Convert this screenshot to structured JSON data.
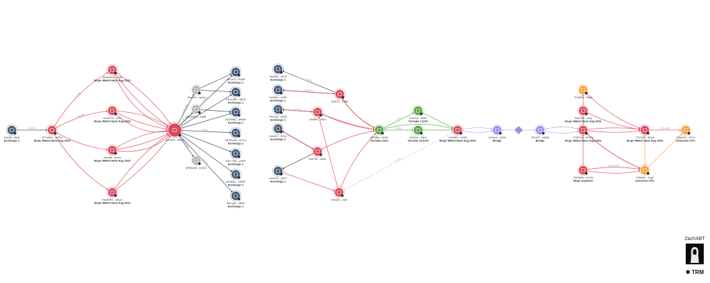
{
  "colors": {
    "hack": "#d94b5b",
    "exchange": "#475b74",
    "mixer_green": "#5aa54a",
    "bridge": "#a68ae6",
    "unknown_otc": "#f3a33c",
    "grey": "#b5b5b5",
    "edge_red": "#d94b5b",
    "edge_dark": "#334455",
    "edge_green": "#5aa54a",
    "edge_purple": "#9a83e0",
    "edge_orange": "#f3a33c"
  },
  "nodes": [
    {
      "id": "n1",
      "title": "0xb9b...9bf2",
      "subtitle": "Exchange 1",
      "kind": "exchange"
    },
    {
      "id": "n2",
      "title": "9Wnd5Yy...1Jfe",
      "subtitle": "Slope Wallet Hack Aug 2022",
      "kind": "hack"
    },
    {
      "id": "n3",
      "title": "CEsN7m...DEu",
      "subtitle": "Slope Wallet Hack Aug 2022",
      "kind": "hack"
    },
    {
      "id": "n4",
      "title": "1FYxBzK...uYRz",
      "subtitle": "Slope Wallet Hack Aug 2022",
      "kind": "hack"
    },
    {
      "id": "n5",
      "title": "GzbxB...bmuy",
      "subtitle": "Slope Wallet Hack Aug 2022",
      "kind": "hack"
    },
    {
      "id": "n6",
      "title": "HkyNMG...6wuX",
      "subtitle": "Slope Wallet Hack Aug 2022",
      "kind": "hack"
    },
    {
      "id": "n7",
      "title": "4zRWX...4ZEb",
      "subtitle": "",
      "kind": "hack"
    },
    {
      "id": "n8",
      "title": "9nc1fG...cpzA",
      "subtitle": "",
      "kind": "grey"
    },
    {
      "id": "n9",
      "title": "7Rve9Yu...eqxB",
      "subtitle": "",
      "kind": "grey"
    },
    {
      "id": "n10",
      "title": "5FBDAM...KZXD",
      "subtitle": "",
      "kind": "grey"
    },
    {
      "id": "n11",
      "title": "8xCa7u...P5zB",
      "subtitle": "Exchange 1",
      "kind": "exchange"
    },
    {
      "id": "n12",
      "title": "ExfJ2dM...46U9",
      "subtitle": "Exchange 1",
      "kind": "exchange"
    },
    {
      "id": "n13",
      "title": "5pD5Wp...3NMo",
      "subtitle": "Exchange 1",
      "kind": "exchange"
    },
    {
      "id": "n14",
      "title": "9SVKxDn...NYXJ",
      "subtitle": "Exchange 1",
      "kind": "exchange"
    },
    {
      "id": "n15",
      "title": "DNYYMt...yZPH",
      "subtitle": "Exchange 1",
      "kind": "exchange"
    },
    {
      "id": "n16",
      "title": "BCMAn...7RNK",
      "subtitle": "Exchange 1",
      "kind": "exchange"
    },
    {
      "id": "n17",
      "title": "BuCpt4...4B2e",
      "subtitle": "Exchange 1",
      "kind": "exchange"
    },
    {
      "id": "n18",
      "title": "0x9696...4976",
      "subtitle": "Exchange 1",
      "kind": "exchange"
    },
    {
      "id": "n19",
      "title": "0x28cb...1b60",
      "subtitle": "Exchange 1",
      "kind": "exchange"
    },
    {
      "id": "n20",
      "title": "0x21a3...5349",
      "subtitle": "Exchange 1",
      "kind": "exchange"
    },
    {
      "id": "n21",
      "title": "0xa2d7...931e",
      "subtitle": "Exchange 2",
      "kind": "exchange"
    },
    {
      "id": "n22",
      "title": "0x4076...2327",
      "subtitle": "Exchange 1",
      "kind": "exchange"
    },
    {
      "id": "n23",
      "title": "0xf37C...3982",
      "subtitle": "",
      "kind": "hack"
    },
    {
      "id": "n24",
      "title": "0x5f96...4f08",
      "subtitle": "",
      "kind": "hack"
    },
    {
      "id": "n25",
      "title": "0x672E...a0e1",
      "subtitle": "",
      "kind": "hack"
    },
    {
      "id": "n26",
      "title": "0xb32b...edb",
      "subtitle": "",
      "kind": "hack"
    },
    {
      "id": "n27",
      "title": "0x59Bc...521b",
      "subtitle": "Tornado.cash",
      "kind": "mixer_green"
    },
    {
      "id": "n28",
      "title": "0x47ca...3936",
      "subtitle": "Tornado 1 ETH",
      "kind": "mixer_green"
    },
    {
      "id": "n29",
      "title": "0x910c...9db1",
      "subtitle": "Tornado 10 ETH",
      "kind": "mixer_green"
    },
    {
      "id": "n30",
      "title": "0x25E9...e399",
      "subtitle": "Slope Wallet Hack Aug 2022",
      "kind": "hack"
    },
    {
      "id": "n31",
      "title": "0x22e9...b19b",
      "subtitle": "Bridge",
      "kind": "bridge"
    },
    {
      "id": "n32",
      "title": "7Ecr5T...nM5A",
      "subtitle": "Bridge",
      "kind": "bridge"
    },
    {
      "id": "n33",
      "title": "7Cnj5Yv...34yb",
      "subtitle": "",
      "kind": "unknown_otc"
    },
    {
      "id": "n34",
      "title": "7NnFnB...rVzy",
      "subtitle": "Slope Wallet Hack Aug 2022",
      "kind": "hack"
    },
    {
      "id": "n35",
      "title": "TXBT4q...HVYN",
      "subtitle": "Slope Wallet Hack Aug 2022",
      "kind": "hack"
    },
    {
      "id": "n36",
      "title": "TGCND...6Fua",
      "subtitle": "Slope Wallet Hack Aug 2022",
      "kind": "hack"
    },
    {
      "id": "n37",
      "title": "TNeDK1...iFYn",
      "subtitle": "Unknown OTC",
      "kind": "unknown_otc"
    },
    {
      "id": "n38",
      "title": "TAP8BN...e1CN",
      "subtitle": "Slope Exploiter",
      "kind": "hack"
    },
    {
      "id": "n39",
      "title": "TGB4M...Yng7",
      "subtitle": "Unknown OTC",
      "kind": "unknown_otc"
    }
  ],
  "watermark": {
    "author": "ZachXBT",
    "brand": "TRM"
  }
}
